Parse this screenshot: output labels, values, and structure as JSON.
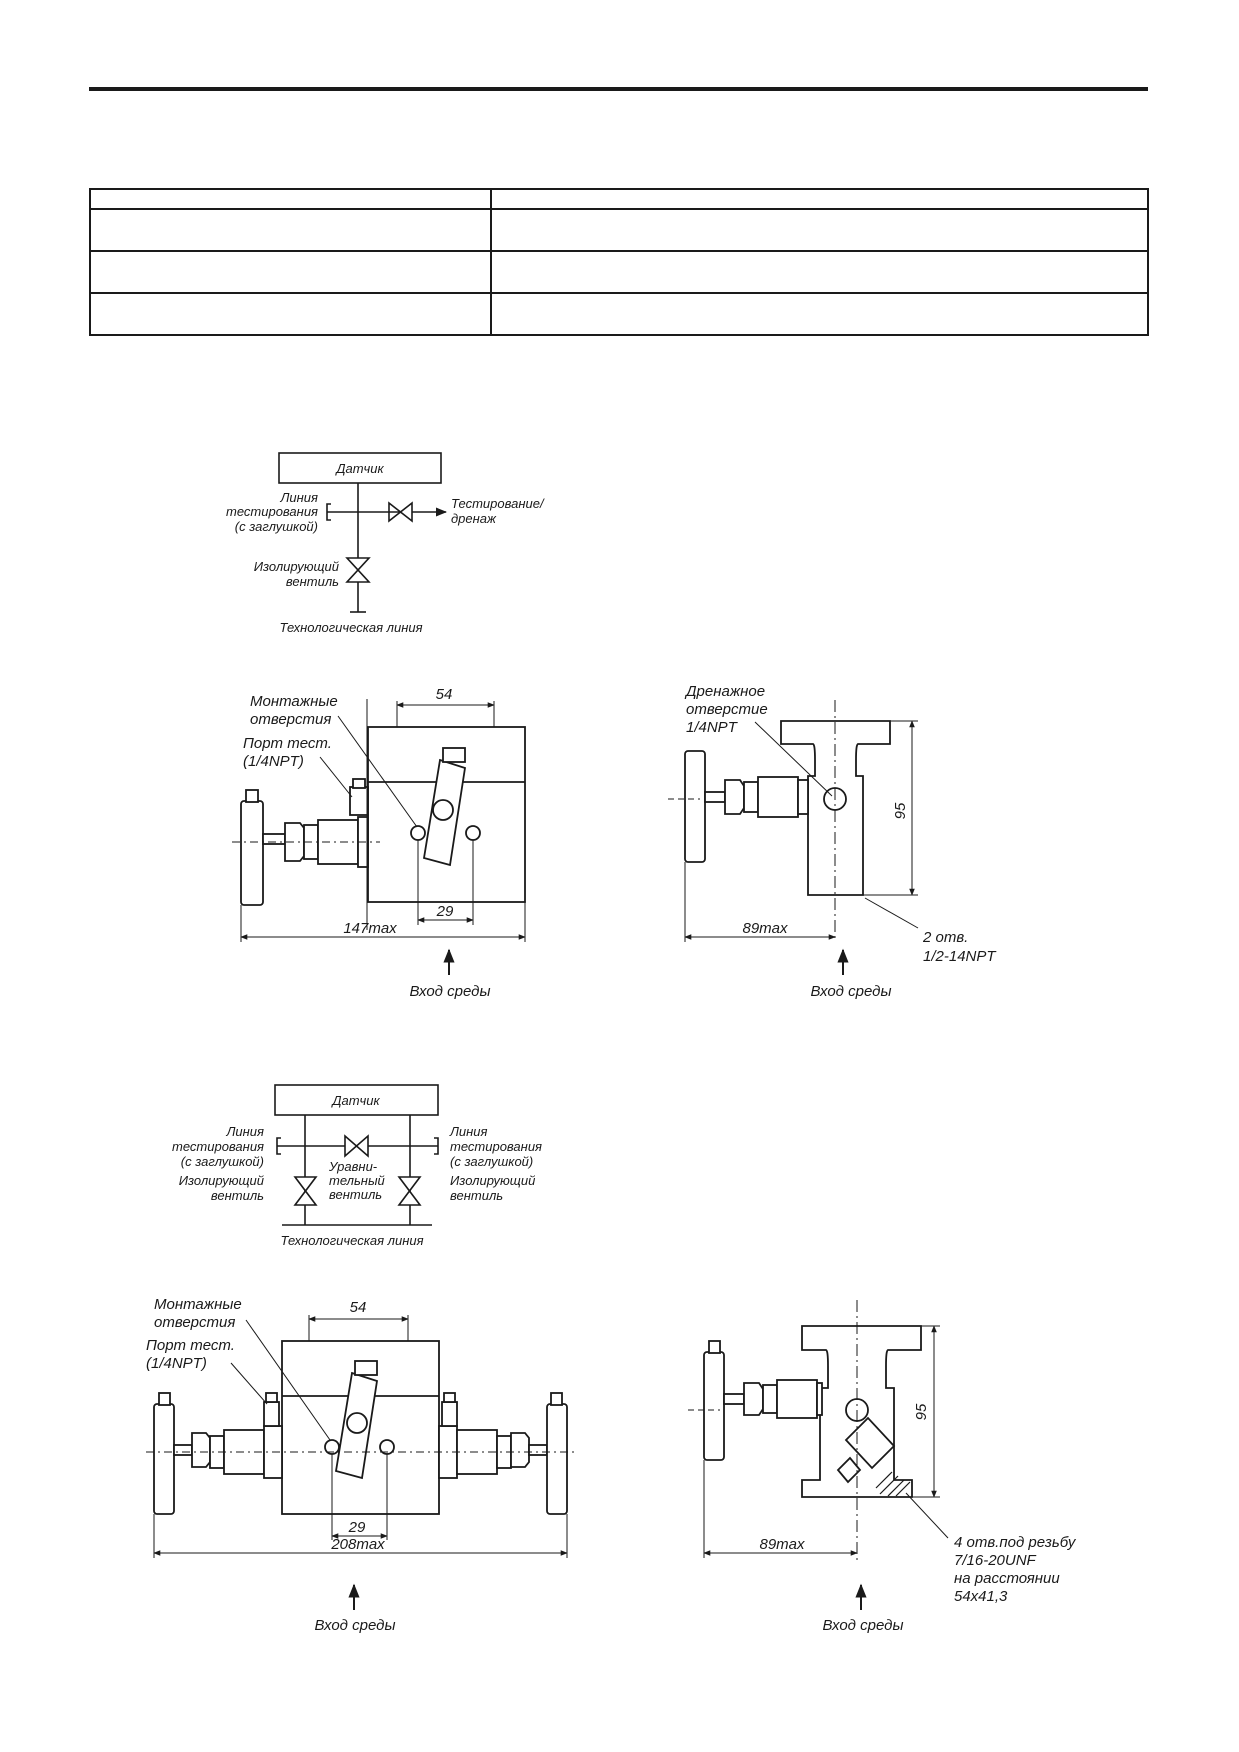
{
  "schematic_3way": {
    "sensor": "Датчик",
    "test_line": [
      "Линия",
      "тестирования",
      "(с заглушкой)"
    ],
    "test_drain": [
      "Тестирование/",
      "дренаж"
    ],
    "isolating_valve": [
      "Изолирующий",
      "вентиль"
    ],
    "process_line": "Технологическая линия"
  },
  "drawing_3way": {
    "mount_holes": [
      "Монтажные",
      "отверстия"
    ],
    "test_port": [
      "Порт тест.",
      "(1/4NPT)"
    ],
    "dim_top": "54",
    "dim_holes": "29",
    "dim_length": "147max",
    "inlet": "Вход среды"
  },
  "side_3way": {
    "drain_hole": [
      "Дренажное",
      "отверстие",
      "1/4NPT"
    ],
    "dim_height": "95",
    "dim_length": "89max",
    "holes_note": [
      "2 отв.",
      "1/2-14NPT"
    ],
    "inlet": "Вход среды"
  },
  "schematic_5way": {
    "sensor": "Датчик",
    "test_line_left": [
      "Линия",
      "тестирования",
      "(с заглушкой)"
    ],
    "test_line_right": [
      "Линия",
      "тестирования",
      "(с заглушкой)"
    ],
    "isolating_left": [
      "Изолирующий",
      "вентиль"
    ],
    "isolating_right": [
      "Изолирующий",
      "вентиль"
    ],
    "equalizing_valve": [
      "Уравни-",
      "тельный",
      "вентиль"
    ],
    "process_line": "Технологическая линия"
  },
  "drawing_5way": {
    "mount_holes": [
      "Монтажные",
      "отверстия"
    ],
    "test_port": [
      "Порт тест.",
      "(1/4NPT)"
    ],
    "dim_top": "54",
    "dim_holes": "29",
    "dim_length": "208max",
    "inlet": "Вход среды"
  },
  "side_5way": {
    "dim_height": "95",
    "dim_length": "89max",
    "holes_note": [
      "4 отв.под резьбу",
      "7/16-20UNF",
      "на расстоянии",
      "54х41,3"
    ],
    "inlet": "Вход среды"
  }
}
